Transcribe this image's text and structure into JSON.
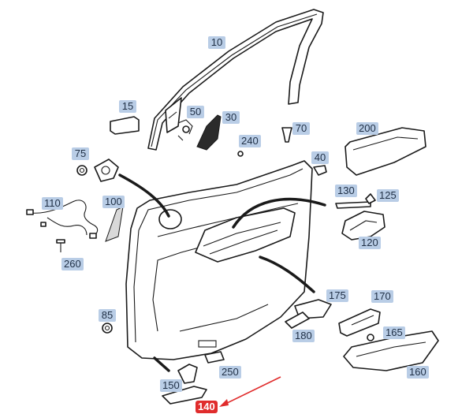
{
  "callouts": [
    {
      "id": "10",
      "label": "10"
    },
    {
      "id": "15",
      "label": "15"
    },
    {
      "id": "30",
      "label": "30"
    },
    {
      "id": "40",
      "label": "40"
    },
    {
      "id": "50",
      "label": "50"
    },
    {
      "id": "70",
      "label": "70"
    },
    {
      "id": "75",
      "label": "75"
    },
    {
      "id": "85",
      "label": "85"
    },
    {
      "id": "100",
      "label": "100"
    },
    {
      "id": "110",
      "label": "110"
    },
    {
      "id": "120",
      "label": "120"
    },
    {
      "id": "125",
      "label": "125"
    },
    {
      "id": "130",
      "label": "130"
    },
    {
      "id": "140",
      "label": "140",
      "highlight": true
    },
    {
      "id": "150",
      "label": "150"
    },
    {
      "id": "160",
      "label": "160"
    },
    {
      "id": "165",
      "label": "165"
    },
    {
      "id": "170",
      "label": "170"
    },
    {
      "id": "175",
      "label": "175"
    },
    {
      "id": "180",
      "label": "180"
    },
    {
      "id": "200",
      "label": "200"
    },
    {
      "id": "240",
      "label": "240"
    },
    {
      "id": "250",
      "label": "250"
    },
    {
      "id": "260",
      "label": "260"
    }
  ],
  "colors": {
    "callout_bg": "#b9cde6",
    "highlight": "#e02c2c",
    "line": "#1a1a1a"
  }
}
